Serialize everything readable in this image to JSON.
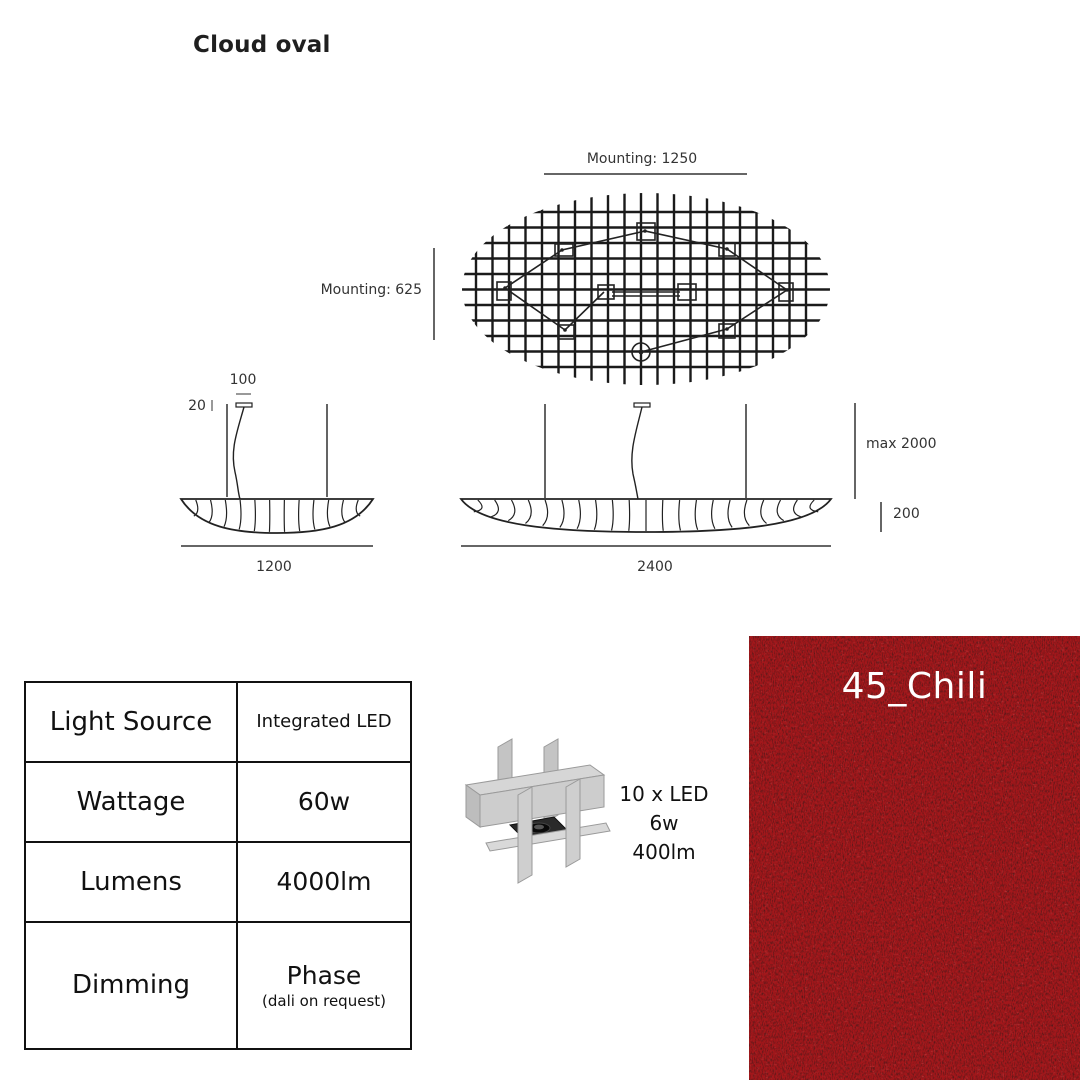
{
  "title": "Cloud oval",
  "dimensions": {
    "mounting_width": "Mounting: 1250",
    "mounting_depth": "Mounting: 625",
    "side_width": "1200",
    "front_width": "2400",
    "canopy_width": "100",
    "canopy_height": "20",
    "max_drop": "max 2000",
    "shade_height": "200"
  },
  "specs": [
    {
      "label": "Light Source",
      "value": "Integrated LED",
      "note": ""
    },
    {
      "label": "Wattage",
      "value": "60w",
      "note": ""
    },
    {
      "label": "Lumens",
      "value": "4000lm",
      "note": ""
    },
    {
      "label": "Dimming",
      "value": "Phase",
      "note": "(dali on request)"
    }
  ],
  "led_module": {
    "line1": "10 x LED",
    "line2": "6w",
    "line3": "400lm",
    "icon": "led-module-icon"
  },
  "swatch": {
    "label": "45_Chili",
    "color": "#a3171b"
  },
  "colors": {
    "line": "#1a1a1a",
    "felt_gray": "#c9c9c9"
  }
}
